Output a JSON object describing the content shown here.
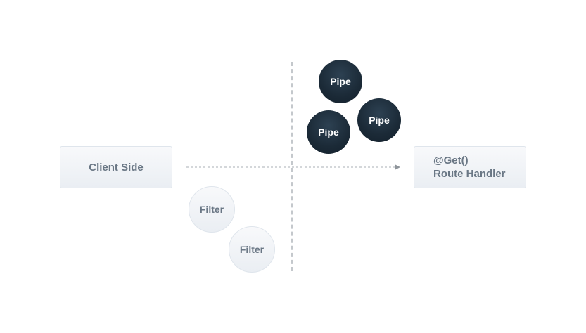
{
  "client": {
    "label": "Client Side"
  },
  "handler": {
    "line1": "@Get()",
    "line2": "Route Handler"
  },
  "pipes": [
    {
      "label": "Pipe"
    },
    {
      "label": "Pipe"
    },
    {
      "label": "Pipe"
    }
  ],
  "filters": [
    {
      "label": "Filter"
    },
    {
      "label": "Filter"
    }
  ],
  "colors": {
    "pipe_fill": "#1b2a37",
    "box_fill": "#eef1f5",
    "box_text": "#6a7785",
    "line": "#a9afb5"
  }
}
